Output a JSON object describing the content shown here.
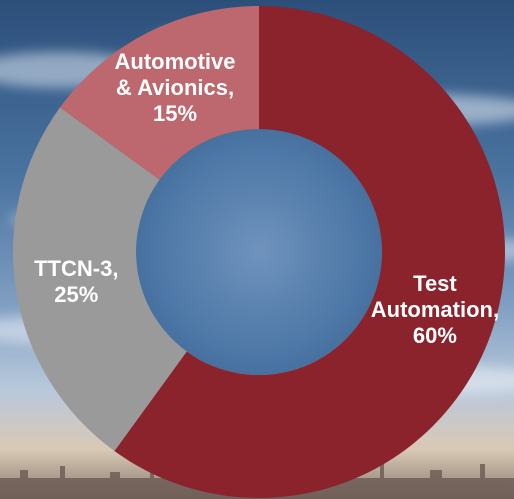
{
  "chart_data": {
    "type": "pie",
    "variant": "donut",
    "title": "",
    "slices": [
      {
        "name": "Test Automation",
        "value": 60,
        "color": "#8b232c",
        "label_lines": [
          "Test",
          "Automation,",
          "60%"
        ]
      },
      {
        "name": "TTCN-3",
        "value": 25,
        "color": "#9a9a9a",
        "label_lines": [
          "TTCN-3,",
          "25%"
        ]
      },
      {
        "name": "Automotive & Avionics",
        "value": 15,
        "color": "#bd686f",
        "label_lines": [
          "Automotive",
          "& Avionics,",
          "15%"
        ]
      }
    ],
    "start_angle_deg": 0,
    "direction": "clockwise",
    "legend": "none"
  }
}
